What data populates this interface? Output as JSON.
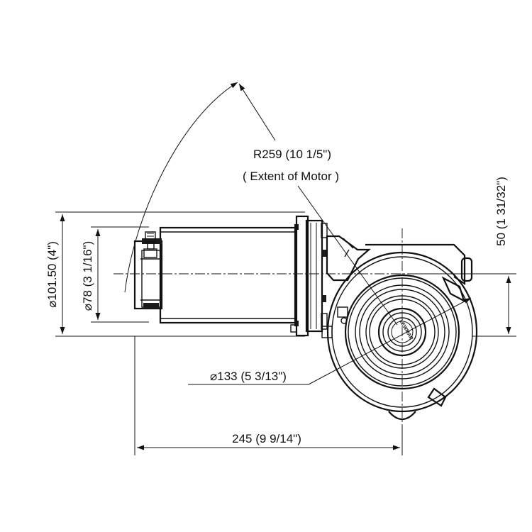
{
  "diagram": {
    "dimensions": {
      "radius": {
        "line1": "R259 (10 1/5\")",
        "line2": "( Extent of Motor )"
      },
      "height_50": "50 (1 31/32\")",
      "dia_101": "⌀101.50 (4\")",
      "dia_78": "⌀78 (3 1/16\")",
      "dia_133": "⌀133 (5 3/13\")",
      "length_245": "245 (9 9/14\")"
    },
    "logo_text": "LEWMAR"
  }
}
